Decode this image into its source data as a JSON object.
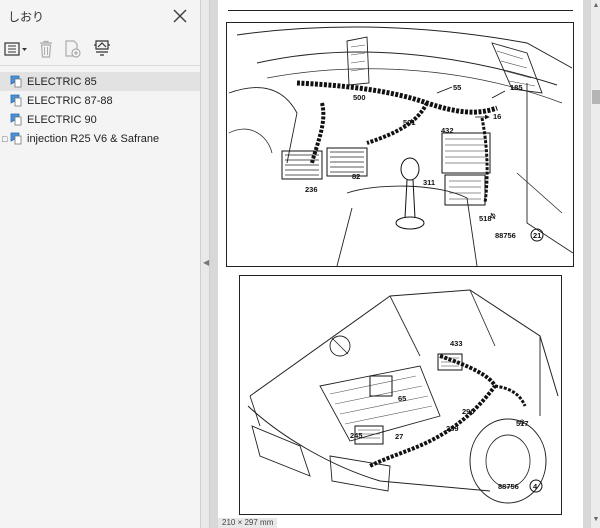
{
  "panel": {
    "title": "しおり",
    "bookmarks": [
      {
        "label": "ELECTRIC 85",
        "selected": true,
        "expandable": false
      },
      {
        "label": "ELECTRIC 87-88",
        "selected": false,
        "expandable": false
      },
      {
        "label": "ELECTRIC 90",
        "selected": false,
        "expandable": false
      },
      {
        "label": "injection R25 V6 & Safrane",
        "selected": false,
        "expandable": true
      }
    ],
    "toolbar_icons": [
      "options-list-icon",
      "delete-icon",
      "new-bookmark-icon",
      "expand-bookmark-icon"
    ]
  },
  "document": {
    "figure1": {
      "labels": {
        "l500": "500",
        "l55": "55",
        "l185": "185",
        "l16": "16",
        "l501": "501",
        "l432": "432",
        "l236": "236",
        "l82": "82",
        "l311": "311",
        "l518": "518"
      },
      "ref": "88756",
      "number": "21"
    },
    "figure2": {
      "labels": {
        "l433": "433",
        "l65": "65",
        "l290": "290",
        "l517": "517",
        "l245": "245",
        "l27": "27",
        "l289": "289"
      },
      "ref": "88756",
      "number": "4"
    },
    "page_size": "210 × 297 mm"
  }
}
